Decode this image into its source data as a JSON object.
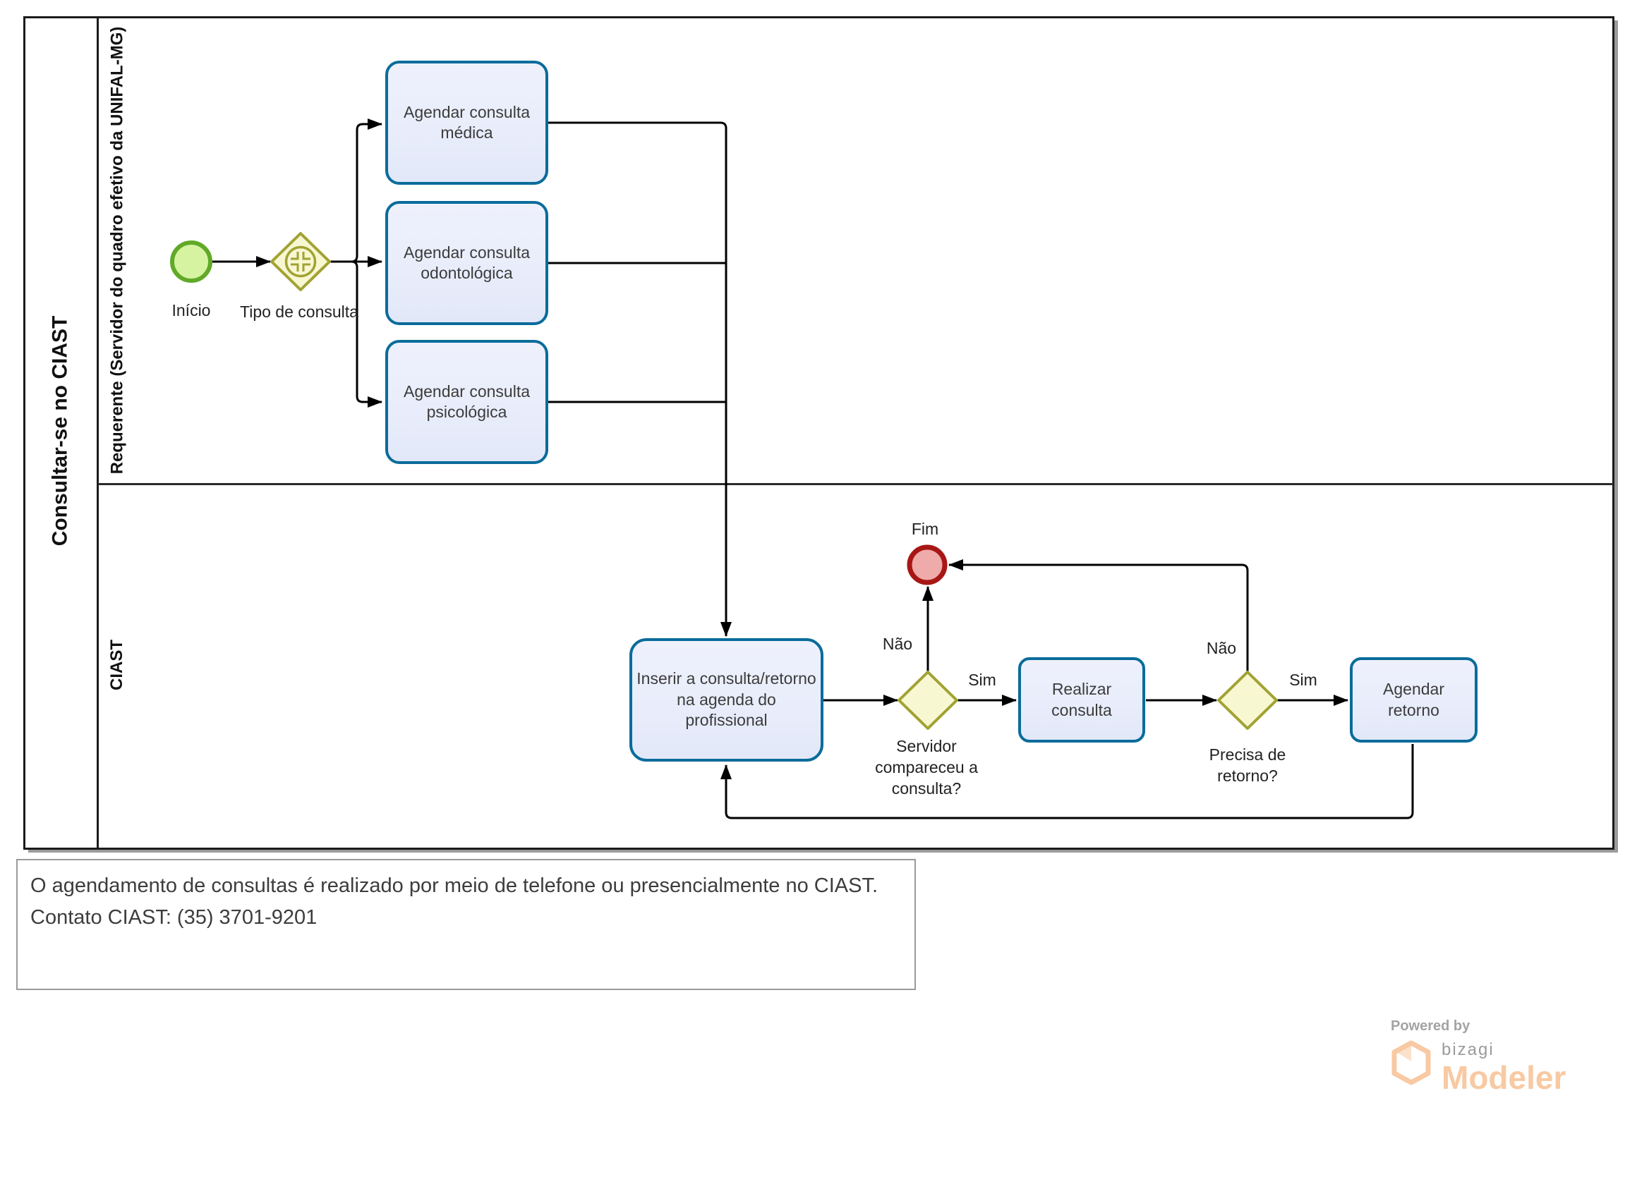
{
  "colors": {
    "task_fill": "#E9EDFB",
    "task_border": "#0A6C9B",
    "gateway_fill": "#F7F7D2",
    "gateway_border": "#A2A232",
    "start_fill": "#D6F3A1",
    "start_border": "#61A928",
    "end_fill": "#EFAAAA",
    "end_border": "#A81715",
    "line": "#000000",
    "brand_orange": "#F8C9A2",
    "brand_gray": "#9B9B9B"
  },
  "diagram": {
    "pool_title": "Consultar-se no CIAST",
    "lanes": [
      {
        "label": "Requerente (Servidor do quadro efetivo da UNIFAL-MG)"
      },
      {
        "label": "CIAST"
      }
    ],
    "nodes": {
      "start": {
        "type": "start-event",
        "label": "Início"
      },
      "gateway_tipo": {
        "type": "event-gateway",
        "label": "Tipo de consulta"
      },
      "task_medica": {
        "type": "task",
        "label": "Agendar consulta\nmédica"
      },
      "task_odonto": {
        "type": "task",
        "label": "Agendar consulta\nodontológica"
      },
      "task_psico": {
        "type": "task",
        "label": "Agendar consulta\npsicológica"
      },
      "task_inserir": {
        "type": "task",
        "label": "Inserir a consulta/retorno\nna agenda do profissional"
      },
      "gateway_compareceu": {
        "type": "exclusive-gateway",
        "label": "Servidor\ncompareceu a\nconsulta?"
      },
      "end": {
        "type": "end-event",
        "label": "Fim"
      },
      "task_realizar": {
        "type": "task",
        "label": "Realizar consulta"
      },
      "gateway_retorno": {
        "type": "exclusive-gateway",
        "label": "Precisa de retorno?"
      },
      "task_agendar_retorno": {
        "type": "task",
        "label": "Agendar retorno"
      }
    },
    "edge_labels": {
      "compareceu_nao": "Não",
      "compareceu_sim": "Sim",
      "retorno_nao": "Não",
      "retorno_sim": "Sim"
    }
  },
  "note": {
    "line1": "O agendamento de consultas é realizado por meio de telefone ou presencialmente no CIAST.",
    "line2": "Contato CIAST: (35) 3701-9201"
  },
  "footer": {
    "powered_by": "Powered by",
    "brand": "bizagi",
    "product": "Modeler"
  }
}
